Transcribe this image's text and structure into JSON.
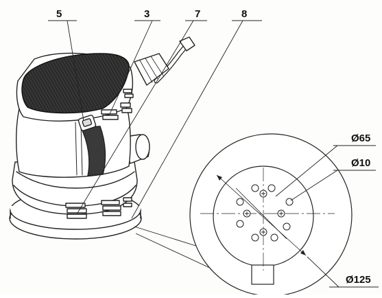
{
  "callouts": {
    "c5": "5",
    "c3": "3",
    "c7": "7",
    "c8": "8"
  },
  "dimensions": {
    "outer": "Ø125",
    "pattern": "Ø65",
    "hole": "Ø10"
  },
  "colors": {
    "line": "#222222",
    "grip": "#2a2a2a",
    "paper": "#fdfdfb"
  }
}
